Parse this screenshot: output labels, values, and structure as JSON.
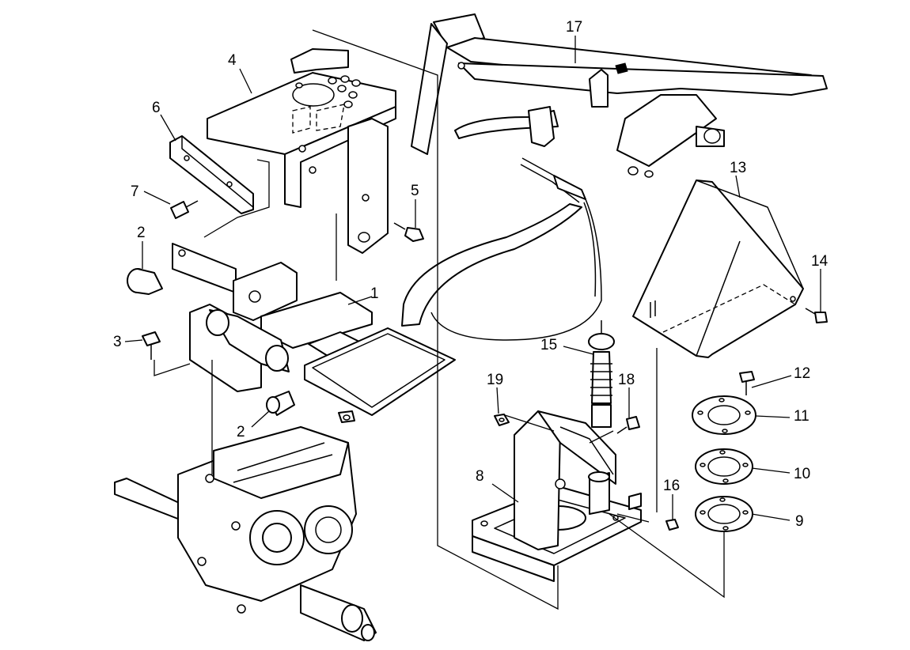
{
  "callouts": [
    {
      "id": "1",
      "label": "1"
    },
    {
      "id": "2a",
      "label": "2"
    },
    {
      "id": "2b",
      "label": "2"
    },
    {
      "id": "3",
      "label": "3"
    },
    {
      "id": "4",
      "label": "4"
    },
    {
      "id": "5",
      "label": "5"
    },
    {
      "id": "6",
      "label": "6"
    },
    {
      "id": "7",
      "label": "7"
    },
    {
      "id": "8",
      "label": "8"
    },
    {
      "id": "9",
      "label": "9"
    },
    {
      "id": "10",
      "label": "10"
    },
    {
      "id": "11",
      "label": "11"
    },
    {
      "id": "12",
      "label": "12"
    },
    {
      "id": "13",
      "label": "13"
    },
    {
      "id": "14",
      "label": "14"
    },
    {
      "id": "15",
      "label": "15"
    },
    {
      "id": "16",
      "label": "16"
    },
    {
      "id": "17",
      "label": "17"
    },
    {
      "id": "18",
      "label": "18"
    },
    {
      "id": "19",
      "label": "19"
    }
  ]
}
